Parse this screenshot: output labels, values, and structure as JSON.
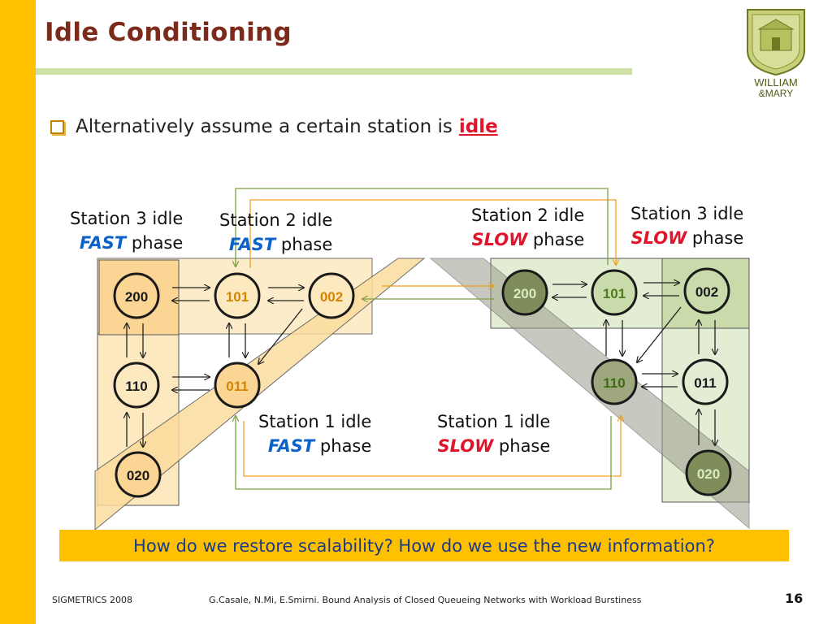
{
  "title": "Idle Conditioning",
  "bullet": {
    "text": "Alternatively assume a certain station is",
    "emphasis": "idle"
  },
  "logo": {
    "line1": "WILLIAM",
    "line2": "&MARY"
  },
  "labels": {
    "s3_fast": {
      "line1": "Station 3 idle",
      "mode": "FAST",
      "rest": " phase"
    },
    "s2_fast": {
      "line1": "Station 2 idle",
      "mode": "FAST",
      "rest": " phase"
    },
    "s2_slow": {
      "line1": "Station 2 idle",
      "mode": "SLOW",
      "rest": " phase"
    },
    "s3_slow": {
      "line1": "Station 3 idle",
      "mode": "SLOW",
      "rest": " phase"
    },
    "s1_fast": {
      "line1": "Station 1 idle",
      "mode": "FAST",
      "rest": " phase"
    },
    "s1_slow": {
      "line1": "Station 1 idle",
      "mode": "SLOW",
      "rest": " phase"
    }
  },
  "fast_states": [
    "200",
    "101",
    "002",
    "110",
    "011",
    "020"
  ],
  "slow_states": [
    "200",
    "101",
    "002",
    "110",
    "011",
    "020"
  ],
  "colors": {
    "sidebar": "#ffc000",
    "title": "#7b2a1c",
    "fast_region": "#fde9c0",
    "slow_region": "#e3edd3",
    "idle_red": "#e0142b",
    "fast_blue": "#0b62c9",
    "question_bg": "#ffc000",
    "question_text": "#1a3a8a"
  },
  "question": "How do we restore scalability? How do we use the new information?",
  "footer": {
    "left": "SIGMETRICS 2008",
    "center": "G.Casale, N.Mi, E.Smirni. Bound Analysis of Closed Queueing Networks with Workload Burstiness",
    "page": "16"
  }
}
